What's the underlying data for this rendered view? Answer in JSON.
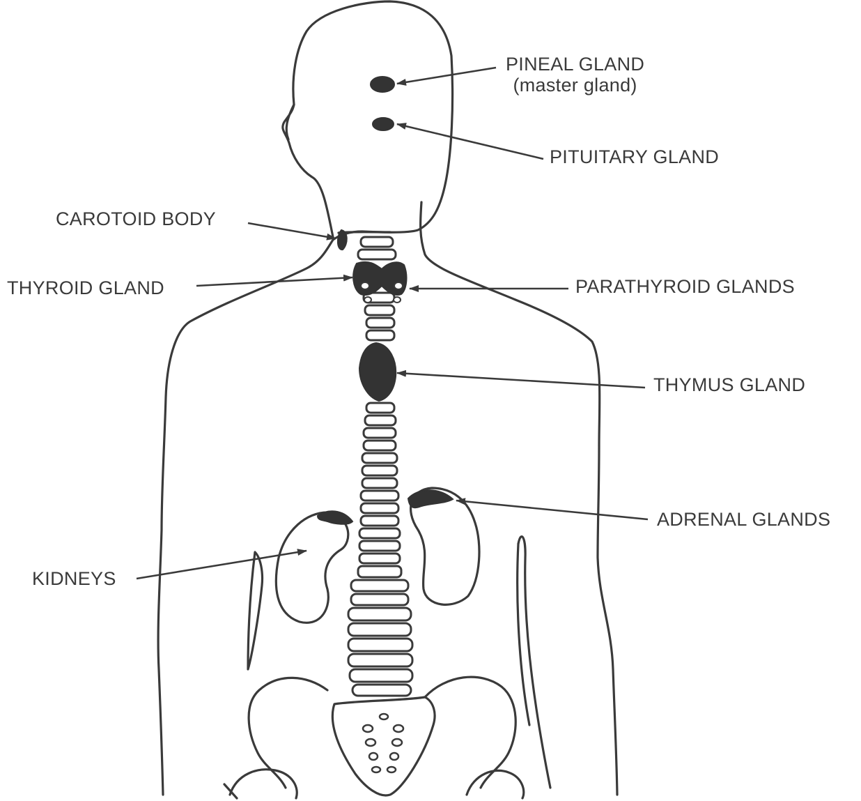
{
  "labels": {
    "pineal_gland": "PINEAL GLAND",
    "pineal_note": "(master gland)",
    "pituitary_gland": "PITUITARY GLAND",
    "carotoid_body": "CAROTOID BODY",
    "thyroid_gland": "THYROID GLAND",
    "parathyroid_glands": "PARATHYROID GLANDS",
    "thymus_gland": "THYMUS GLAND",
    "adrenal_glands": "ADRENAL GLANDS",
    "kidneys": "KIDNEYS"
  },
  "colors": {
    "outline": "#3a3a3a",
    "gland_fill": "#333333",
    "text": "#3a3a3a"
  }
}
